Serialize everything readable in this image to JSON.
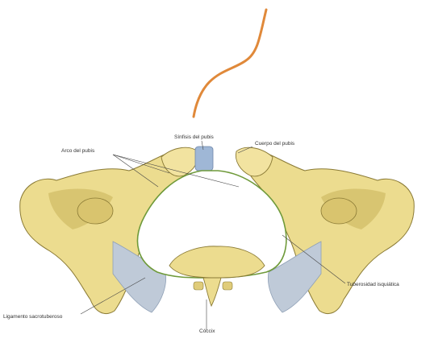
{
  "labels": {
    "sinfisis": "Sínfisis del pubis",
    "cuerpo": "Cuerpo del pubis",
    "arco": "Arco del pubis",
    "tuberosidad": "Tuberosidad isquiática",
    "ligamento": "Ligamento sacrotuberoso",
    "coccix": "Cóccix"
  },
  "colors": {
    "bone": "#ecdc8f",
    "bone_shadow": "#c9b35a",
    "bone_outline": "#8a7a35",
    "ligament": "#bfcad8",
    "cartilage": "#9fb7d6",
    "rim": "#6f9a3a",
    "curve": "#e0893a",
    "leader": "#444444"
  }
}
